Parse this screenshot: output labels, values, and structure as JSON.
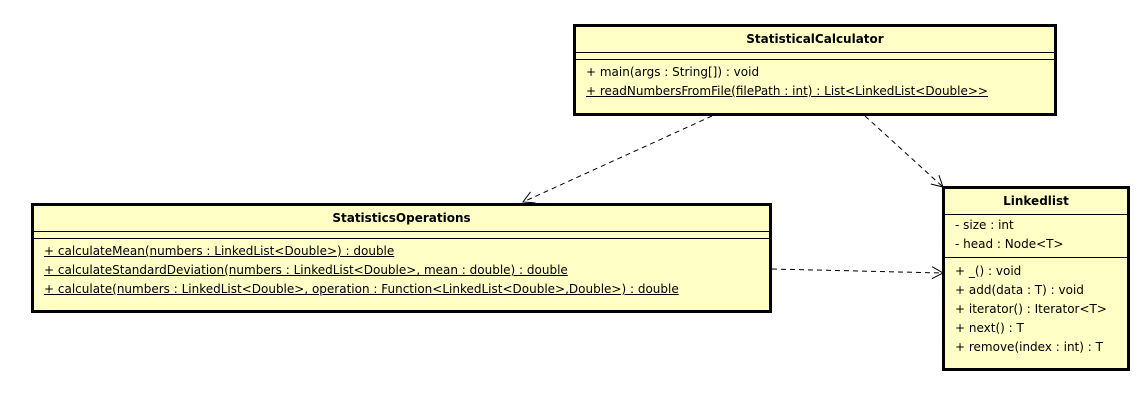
{
  "classes": {
    "statistical_calculator": {
      "name": "StatisticalCalculator",
      "attributes": [],
      "operations": [
        {
          "text": "+ main(args : String[]) : void",
          "static": false
        },
        {
          "text": "+ readNumbersFromFile(filePath : int) : List<LinkedList<Double>>",
          "static": true
        }
      ]
    },
    "statistics_operations": {
      "name": "StatisticsOperations",
      "attributes": [],
      "operations": [
        {
          "text": "+ calculateMean(numbers : LinkedList<Double>) : double",
          "static": true
        },
        {
          "text": "+ calculateStandardDeviation(numbers : LinkedList<Double>, mean : double) : double",
          "static": true
        },
        {
          "text": "+ calculate(numbers : LinkedList<Double>, operation : Function<LinkedList<Double>,Double>) : double",
          "static": true
        }
      ]
    },
    "linkedlist": {
      "name": "Linkedlist",
      "attributes": [
        {
          "text": "- size : int",
          "static": false
        },
        {
          "text": "- head : Node<T>",
          "static": false
        }
      ],
      "operations": [
        {
          "text": "+ _() : void",
          "static": false
        },
        {
          "text": "+ add(data : T) : void",
          "static": false
        },
        {
          "text": "+ iterator() : Iterator<T>",
          "static": false
        },
        {
          "text": "+ next() : T",
          "static": false
        },
        {
          "text": "+ remove(index : int) : T",
          "static": false
        }
      ]
    }
  },
  "dependencies": [
    {
      "from": "statistical_calculator",
      "to": "statistics_operations",
      "style": "dashed-open-arrow"
    },
    {
      "from": "statistical_calculator",
      "to": "linkedlist",
      "style": "dashed-open-arrow"
    },
    {
      "from": "statistics_operations",
      "to": "linkedlist",
      "style": "dashed-open-arrow"
    }
  ],
  "colors": {
    "class_fill": "#ffffc6",
    "line": "#000000",
    "background": "#ffffff"
  }
}
